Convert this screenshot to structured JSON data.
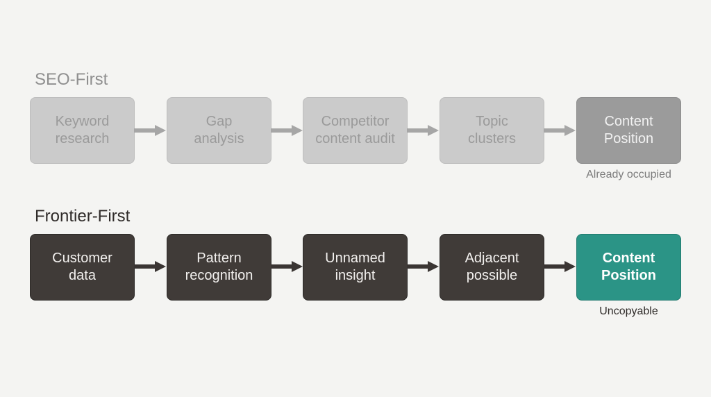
{
  "rows": [
    {
      "title": "SEO-First",
      "steps": [
        "Keyword\nresearch",
        "Gap\nanalysis",
        "Competitor\ncontent audit",
        "Topic\nclusters",
        "Content\nPosition"
      ],
      "caption": "Already occupied"
    },
    {
      "title": "Frontier-First",
      "steps": [
        "Customer\ndata",
        "Pattern\nrecognition",
        "Unnamed\ninsight",
        "Adjacent\npossible",
        "Content\nPosition"
      ],
      "caption": "Uncopyable"
    }
  ],
  "colors": {
    "seo_box": "#cbcbcb",
    "seo_final": "#9b9b9b",
    "frontier_box": "#403b38",
    "frontier_final": "#2b9486",
    "seo_arrow": "#a6a6a6",
    "frontier_arrow": "#3a3533"
  }
}
